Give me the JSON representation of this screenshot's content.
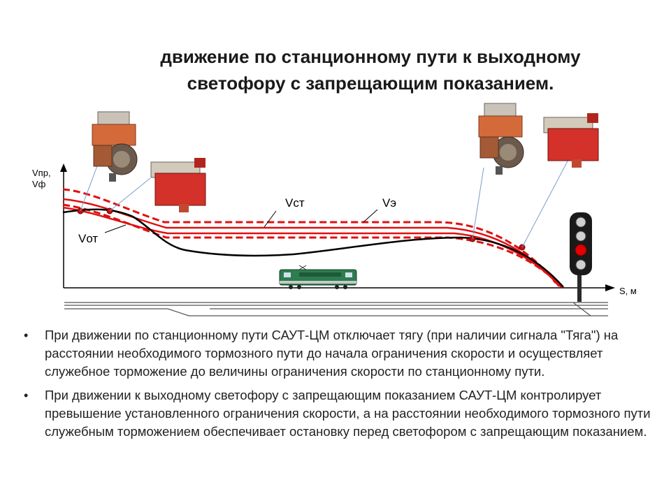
{
  "title": {
    "line1": "движение по станционному пути к выходному",
    "line2": "светофору с запрещающим  показанием."
  },
  "diagram": {
    "y_axis_label_1": "Vпр,",
    "y_axis_label_2": "Vф",
    "x_axis_label": "S, м",
    "curve_labels": {
      "vst": "Vст",
      "ve": "Vэ",
      "vot": "Vот"
    },
    "colors": {
      "limit_line": "#e01010",
      "actual_speed": "#000000",
      "signal_red": "#e00000",
      "signal_body": "#1a1a1a",
      "train_body": "#2e7d4f"
    },
    "signal_aspects": [
      "off",
      "off",
      "red",
      "off"
    ]
  },
  "bullets": [
    "При движении по станционному пути САУТ-ЦМ отключает тягу (при наличии сигнала \"Тяга\") на расстоянии необходимого тормозного пути до начала  ограничения скорости и осуществляет служебное торможение до величины ограничения скорости по станционному пути.",
    "При движении к выходному светофору с запрещающим показанием САУТ-ЦМ контролирует превышение установленного ограничения скорости, а на расстоянии необходимого тормозного пути служебным торможением обеспечивает остановку перед светофором с запрещающим показанием."
  ]
}
